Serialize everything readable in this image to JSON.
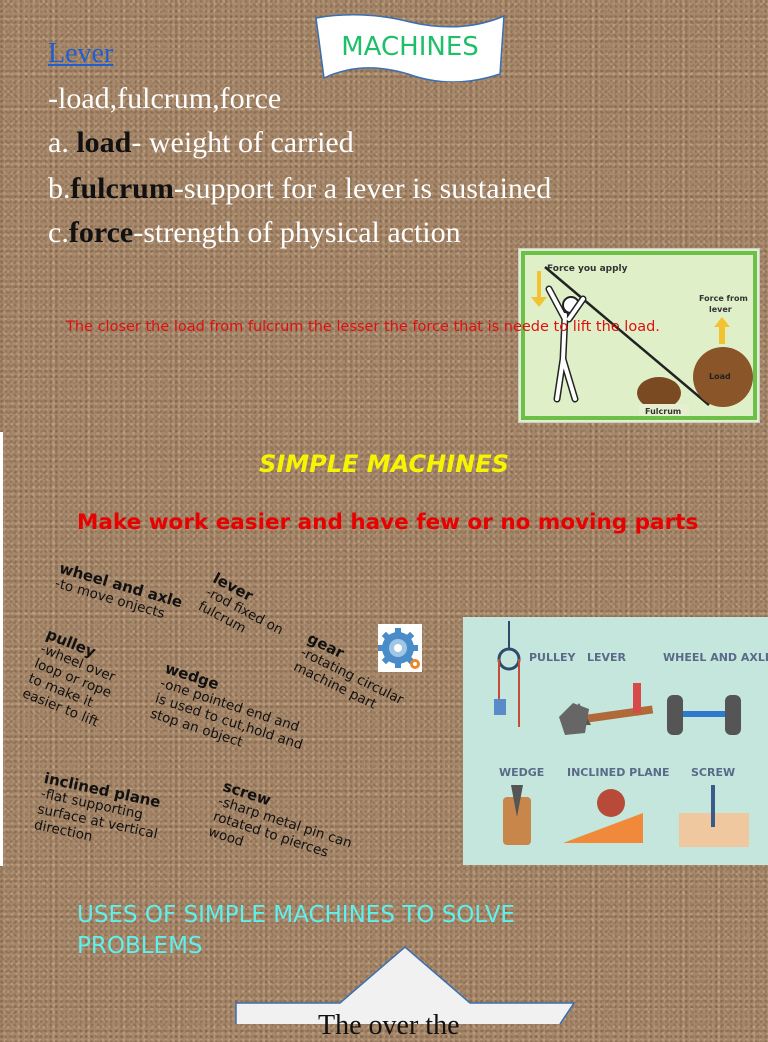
{
  "banner": {
    "title": "MACHINES"
  },
  "lever": {
    "heading": "Lever",
    "parts": "-load,fulcrum,force",
    "defs": [
      {
        "prefix": "a. ",
        "term": "load",
        "text": "- weight of carried"
      },
      {
        "prefix": "b.",
        "term": "fulcrum",
        "text": "-support for a lever is sustained"
      },
      {
        "prefix": "c.",
        "term": "force",
        "text": "-strength of physical action"
      }
    ],
    "note": "The closer the load from fulcrum the lesser the force that is neede to lift the load."
  },
  "lever_picture": {
    "force_apply": "Force you apply",
    "force_lever_1": "Force from",
    "force_lever_2": "lever",
    "load": "Load",
    "fulcrum": "Fulcrum"
  },
  "simple_machines": {
    "heading": "SIMPLE MACHINES",
    "subheading": "Make work easier and have few or no moving parts",
    "items": [
      {
        "title": "wheel and axle",
        "lines": [
          "-to move onjects"
        ]
      },
      {
        "title": "lever",
        "lines": [
          "-rod fixed on",
          "fulcrum"
        ]
      },
      {
        "title": "pulley",
        "lines": [
          "-wheel over",
          "loop or rope",
          "to make it",
          "easier to lift"
        ]
      },
      {
        "title": "gear",
        "lines": [
          "-rotating circular",
          "machine part"
        ]
      },
      {
        "title": "wedge",
        "lines": [
          "-one pointed end and",
          "is used to cut,hold and",
          "stop an object"
        ]
      },
      {
        "title": "inclined plane",
        "lines": [
          "-flat  supporting",
          "surface  at vertical",
          "direction"
        ]
      },
      {
        "title": "screw",
        "lines": [
          "-sharp metal pin can",
          "rotated to pierces",
          "wood"
        ]
      }
    ]
  },
  "machines_picture": {
    "labels": [
      "PULLEY",
      "LEVER",
      "WHEEL AND AXLE",
      "WEDGE",
      "INCLINED PLANE",
      "SCREW"
    ]
  },
  "uses": {
    "heading": "USES OF SIMPLE MACHINES TO SOLVE PROBLEMS",
    "star_text": "The over the"
  },
  "colors": {
    "background": "#a6876a",
    "banner_text": "#1fbf6a",
    "link": "#1f5fcf",
    "note_red": "#e01010",
    "heading_yellow": "#f5f500",
    "sub_red": "#e80000",
    "uses_cyan": "#5ef0ec"
  }
}
